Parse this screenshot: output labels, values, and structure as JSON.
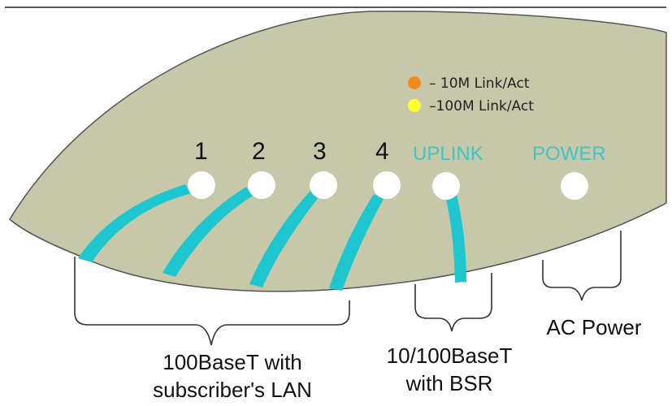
{
  "legend": [
    {
      "color": "#f08a1c",
      "text": "–  10M  Link/Act"
    },
    {
      "color": "#ffff33",
      "text": "–100M  Link/Act"
    }
  ],
  "ports": [
    "1",
    "2",
    "3",
    "4"
  ],
  "uplink_label": "UPLINK",
  "power_label": "POWER",
  "captions": {
    "lan_line1": "100BaseT with",
    "lan_line2": "subscriber's LAN",
    "bsr_line1": "10/100BaseT",
    "bsr_line2": "with BSR",
    "ac_power": "AC Power"
  },
  "colors": {
    "panel": "#c7c8a9",
    "panel_outline": "#555555",
    "cable": "#1ec6cf",
    "led": "#ffffff",
    "accent_text": "#3fc6c6"
  }
}
